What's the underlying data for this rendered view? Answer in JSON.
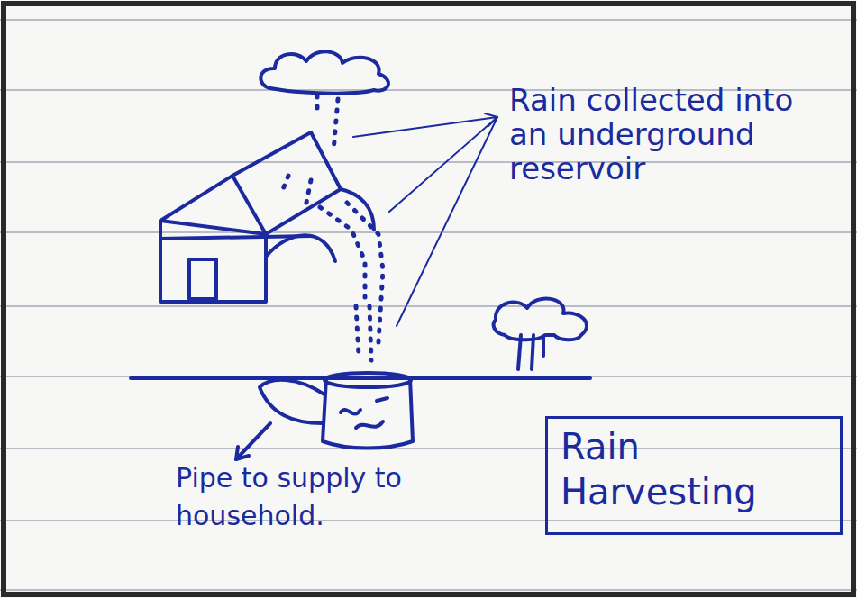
{
  "diagram": {
    "nodes": [
      {
        "text": [
          "Rain Harvesting"
        ]
      }
    ],
    "labels": [
      "Rain collected into an underground reservoir",
      "Pipe to supply to household."
    ]
  }
}
